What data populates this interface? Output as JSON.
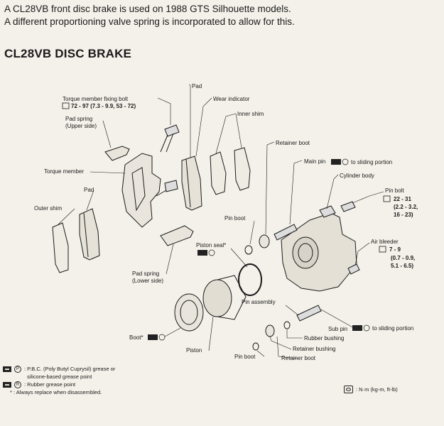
{
  "intro": {
    "line1": "A CL28VB front disc brake is used on 1988 GTS Silhouette models.",
    "line2": "A different proportioning valve spring is incorporated to allow for this."
  },
  "heading": "CL28VB DISC BRAKE",
  "labels": {
    "pad_top": "Pad",
    "wear_indicator": "Wear indicator",
    "inner_shim": "Inner shim",
    "torque_bolt": "Torque member fixing bolt",
    "torque_bolt_spec": "72 - 97 (7.3 - 9.9, 53 - 72)",
    "pad_spring_upper_1": "Pad spring",
    "pad_spring_upper_2": "(Upper side)",
    "torque_member": "Torque member",
    "retainer_boot_top": "Retainer boot",
    "main_pin": "Main pin",
    "main_pin_note": "to sliding portion",
    "cylinder_body": "Cylinder body",
    "pad_left": "Pad",
    "outer_shim": "Outer shim",
    "pin_bolt": "Pin bolt",
    "pin_bolt_spec_1": "22 - 31",
    "pin_bolt_spec_2": "(2.2 - 3.2,",
    "pin_bolt_spec_3": "16 - 23)",
    "pin_boot_top": "Pin boot",
    "piston_seal": "Piston seal*",
    "air_bleeder": "Air bleeder",
    "air_bleeder_spec_1": "7 - 9",
    "air_bleeder_spec_2": "(0.7 - 0.9,",
    "air_bleeder_spec_3": "5.1 - 6.5)",
    "pad_spring_lower_1": "Pad spring",
    "pad_spring_lower_2": "(Lower side)",
    "pin_assembly": "Pin assembly",
    "sub_pin": "Sub pin",
    "sub_pin_note": "to sliding portion",
    "boot": "Boot*",
    "rubber_bushing": "Rubber bushing",
    "retainer_bushing": "Retainer bushing",
    "piston": "Piston",
    "pin_boot_bottom": "Pin boot",
    "retainer_boot_bottom": "Retainer boot"
  },
  "legend": {
    "p_text": ": P.B.C. (Poly Butyl Cuprysil) grease or",
    "p_text2": "silicone-based grease point",
    "r_text": ": Rubber grease point",
    "star_text": "* : Always replace when disassembled.",
    "units": ": N·m (kg-m, ft-lb)"
  }
}
